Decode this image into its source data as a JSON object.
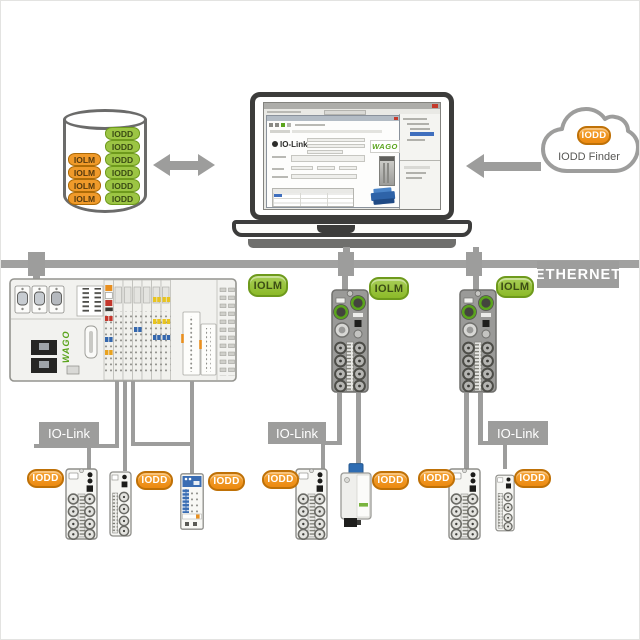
{
  "diagram": {
    "ethernet": "ETHERNET",
    "cloud": {
      "badge": "IODD",
      "title": "IODD Finder"
    },
    "database": {
      "iolm_discs": [
        "IOLM",
        "IOLM",
        "IOLM",
        "IOLM"
      ],
      "iodd_discs": [
        "IODD",
        "IODD",
        "IODD",
        "IODD",
        "IODD",
        "IODD"
      ]
    },
    "laptop": {
      "app_name": "IO-Link",
      "brand": "WAGO"
    },
    "plc": {
      "brand": "WAGO"
    },
    "iolm_tags": [
      "IOLM",
      "IOLM",
      "IOLM"
    ],
    "io_link_segments": [
      "IO-Link",
      "IO-Link",
      "IO-Link"
    ],
    "iodd_tags": [
      "IODD",
      "IODD",
      "IODD",
      "IODD",
      "IODD",
      "IODD",
      "IODD"
    ],
    "colors": {
      "orange": "#ef8d15",
      "green": "#95c11f",
      "grey": "#9d9d9c",
      "blue": "#2e6cb2",
      "wago_green": "#58a41c"
    }
  }
}
